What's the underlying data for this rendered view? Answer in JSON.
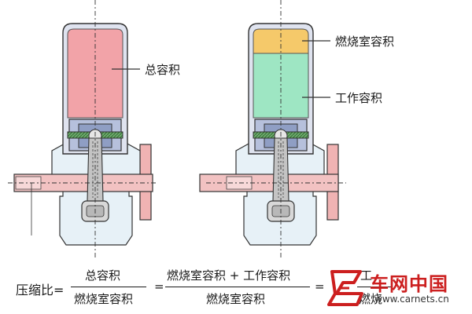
{
  "labels": {
    "total_volume": "总容积",
    "combustion_volume": "燃烧室容积",
    "working_volume": "工作容积"
  },
  "formula": {
    "lhs": "压缩比=",
    "num1": "总容积",
    "den1": "燃烧室容积",
    "eq": "=",
    "num2": "燃烧室容积 + 工作容积",
    "den2": "燃烧室容积",
    "eq2": "=",
    "num3": "工",
    "den3": "燃烧"
  },
  "watermark": {
    "brand": "车网中国",
    "url": "www.carnets.cn"
  },
  "colors": {
    "total_fill": "#f2a3a8",
    "combustion_fill": "#f5c96a",
    "working_fill": "#9ee6c3",
    "cylinder_wall": "#dfe3ef",
    "crankcase": "#e7f1f7",
    "flywheel": "#f0b3b3",
    "piston_blue": "#9aa8c8",
    "ring_green": "#5fa85f",
    "watermark_red": "#cc1f1f"
  }
}
